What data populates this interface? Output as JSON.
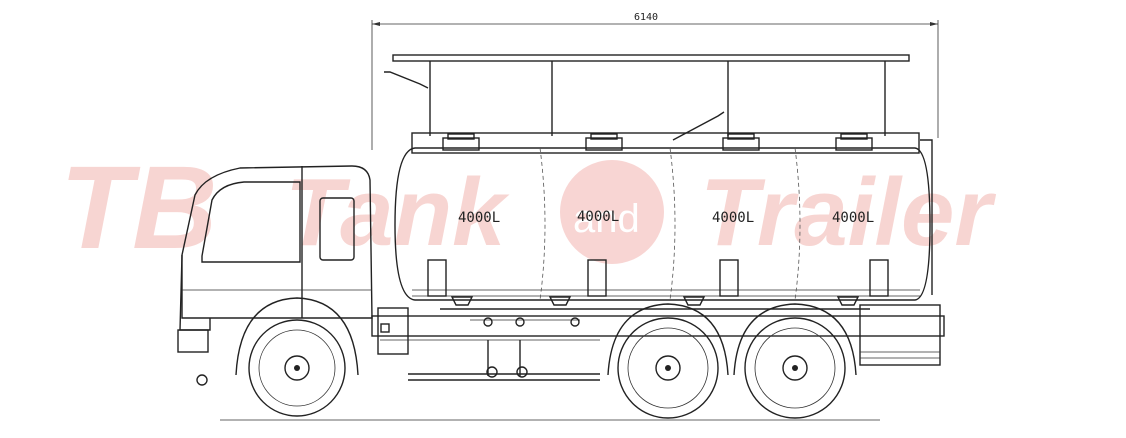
{
  "drawing": {
    "overall_length": "6140",
    "compartments": [
      {
        "label": "4000L"
      },
      {
        "label": "4000L"
      },
      {
        "label": "4000L"
      },
      {
        "label": "4000L"
      }
    ]
  },
  "watermark": {
    "logo_text": "TB",
    "word_1": "Tank",
    "connector": "and",
    "word_2": "Trailer",
    "color": "#f2b3ae"
  }
}
